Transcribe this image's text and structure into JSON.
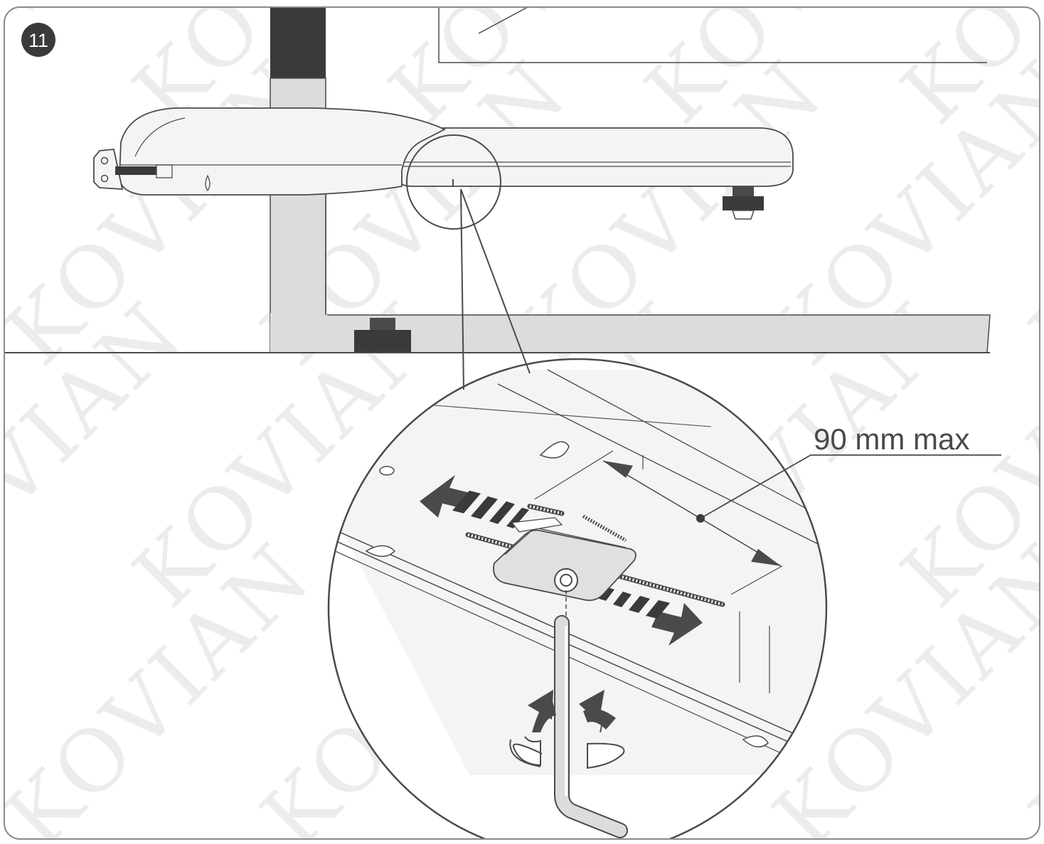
{
  "step": {
    "number": "11"
  },
  "callout": {
    "label": "90 mm max"
  },
  "watermark": {
    "text": "KOVIAN"
  },
  "colors": {
    "frame": "#8a8a8a",
    "stroke": "#4a4a4a",
    "dark": "#3a3a3a",
    "panel": "#f2f2f2",
    "post": "#dcdcdc",
    "badge": "#3a3a3a",
    "watermark": "#ececec"
  }
}
